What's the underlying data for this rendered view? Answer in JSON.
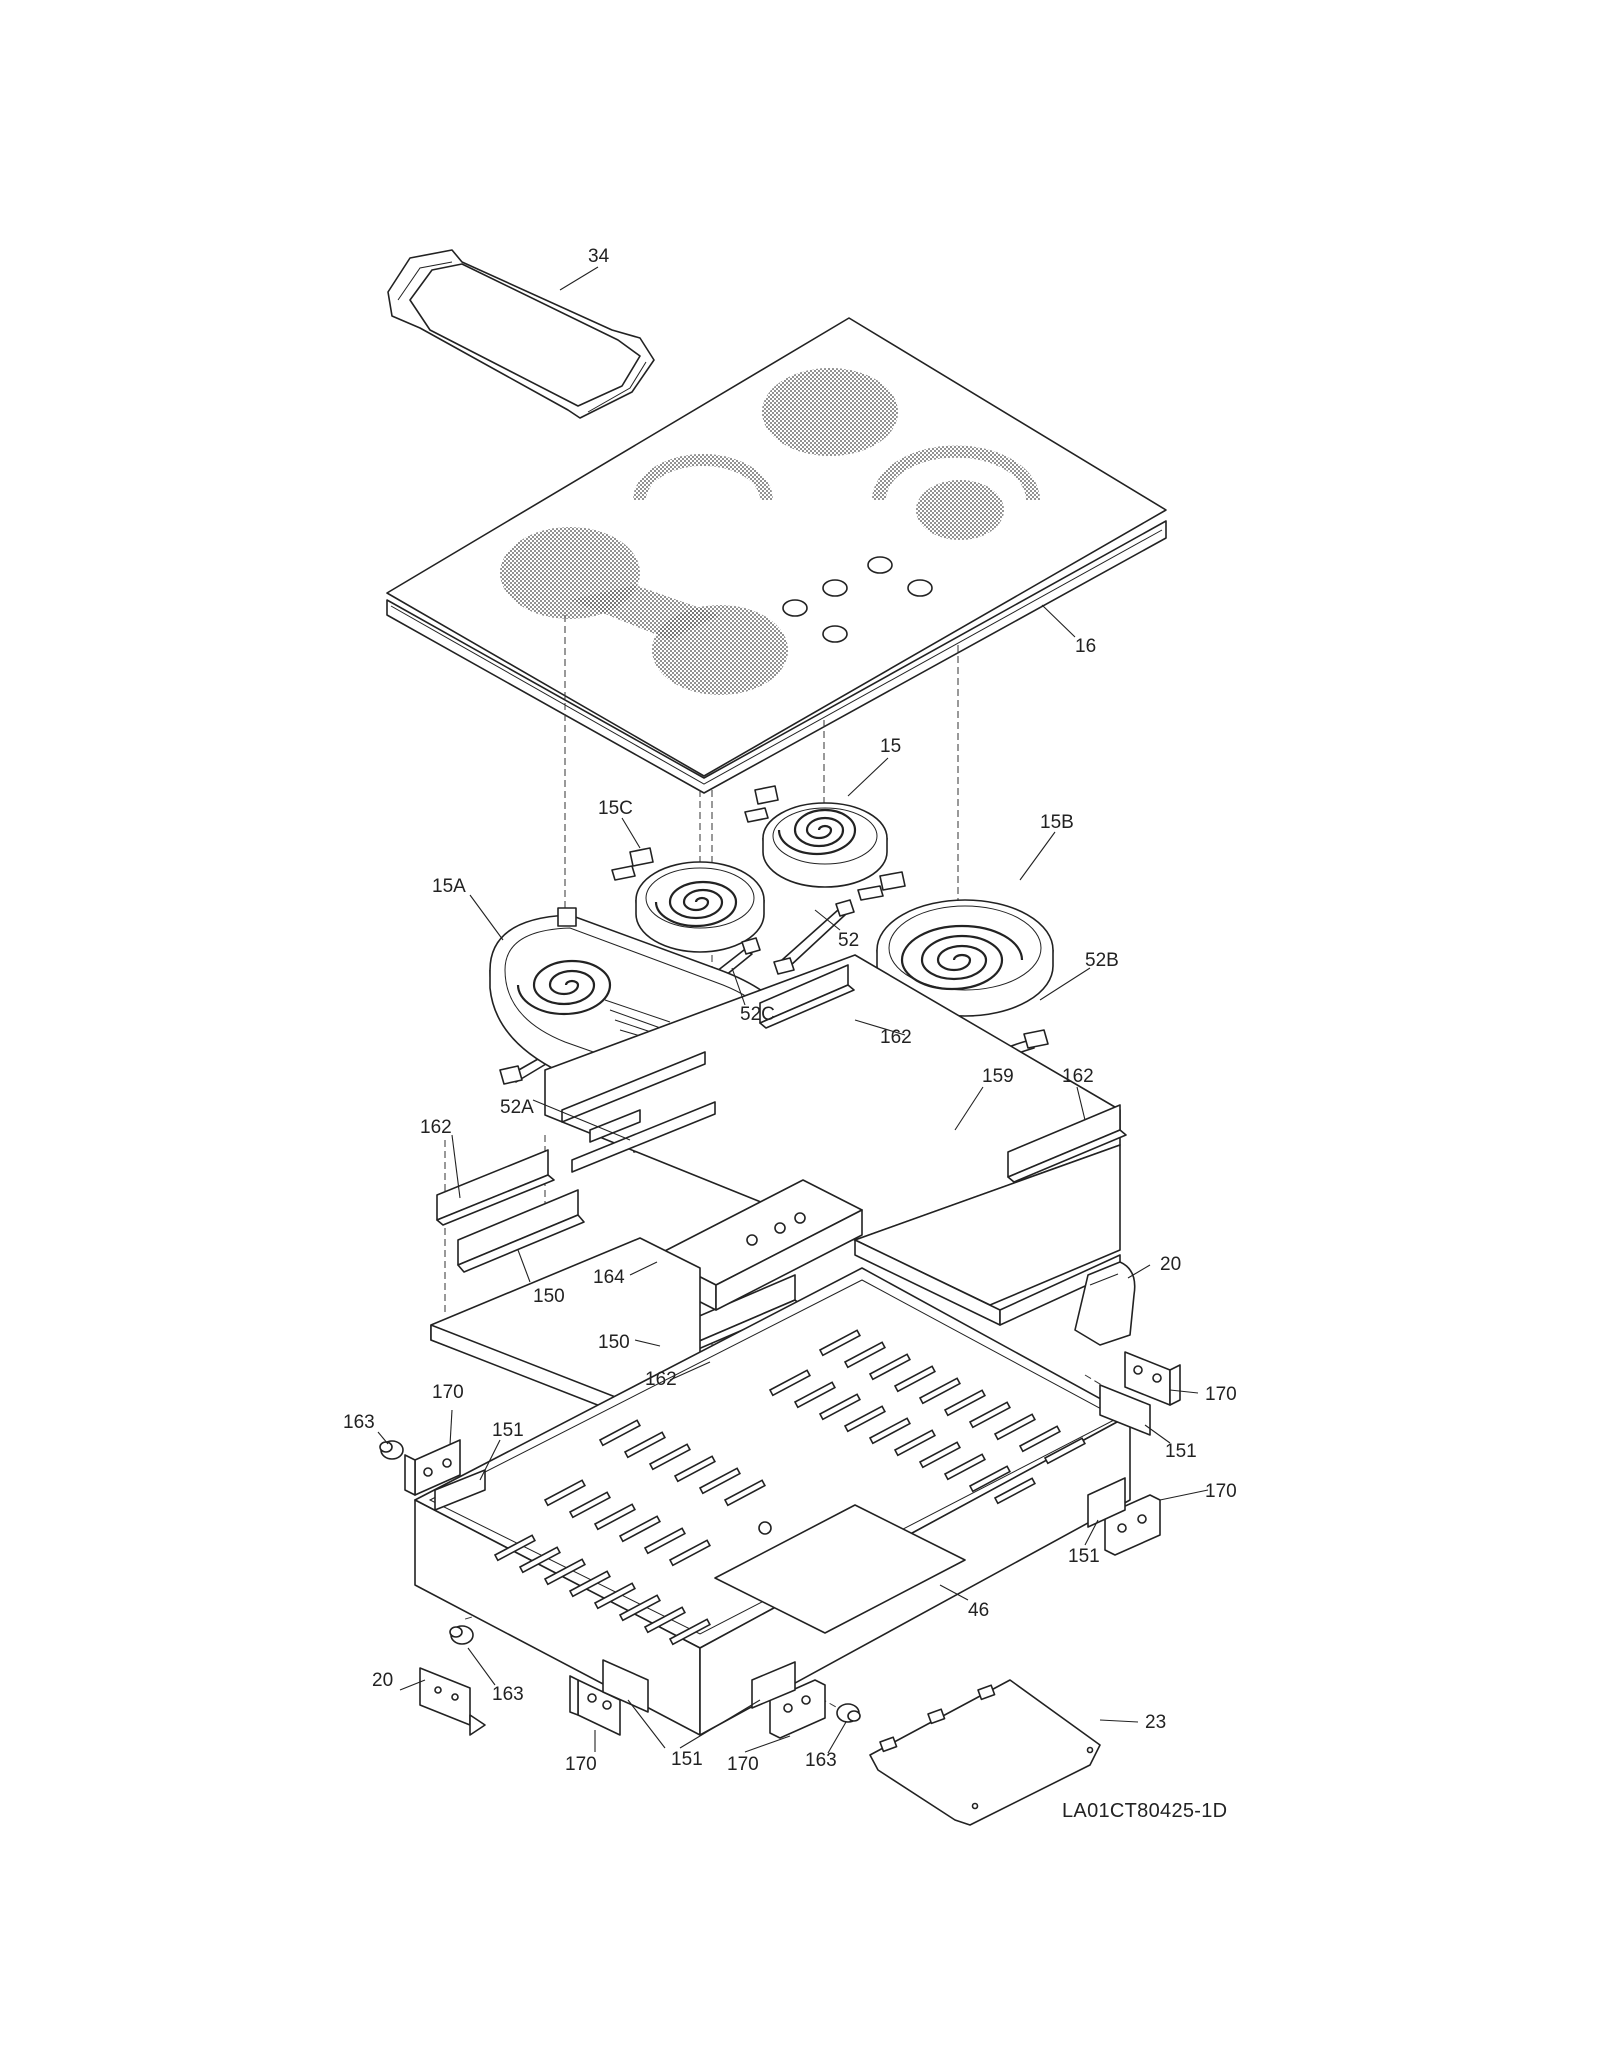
{
  "diagram": {
    "document_code": "LA01CT80425-1D",
    "part_labels": {
      "griddle": "34",
      "glass_top": "16",
      "element_15": "15",
      "element_15b": "15B",
      "element_15c": "15C",
      "element_15a": "15A",
      "bracket_52": "52",
      "bracket_52b": "52B",
      "bracket_52c": "52C",
      "bracket_52a": "52A",
      "shield_162_a": "162",
      "shield_162_b": "162",
      "shield_162_c": "162",
      "shield_162_d": "162",
      "panel_159": "159",
      "plate_150_a": "150",
      "plate_150_b": "150",
      "channel_164": "164",
      "bracket_20_a": "20",
      "bracket_20_b": "20",
      "bracket_170_a": "170",
      "bracket_170_b": "170",
      "bracket_170_c": "170",
      "bracket_170_d": "170",
      "bracket_170_e": "170",
      "spacer_151_a": "151",
      "spacer_151_b": "151",
      "spacer_151_c": "151",
      "spacer_151_d": "151",
      "grommet_163_a": "163",
      "grommet_163_b": "163",
      "grommet_163_c": "163",
      "box_46": "46",
      "cover_23": "23"
    }
  }
}
